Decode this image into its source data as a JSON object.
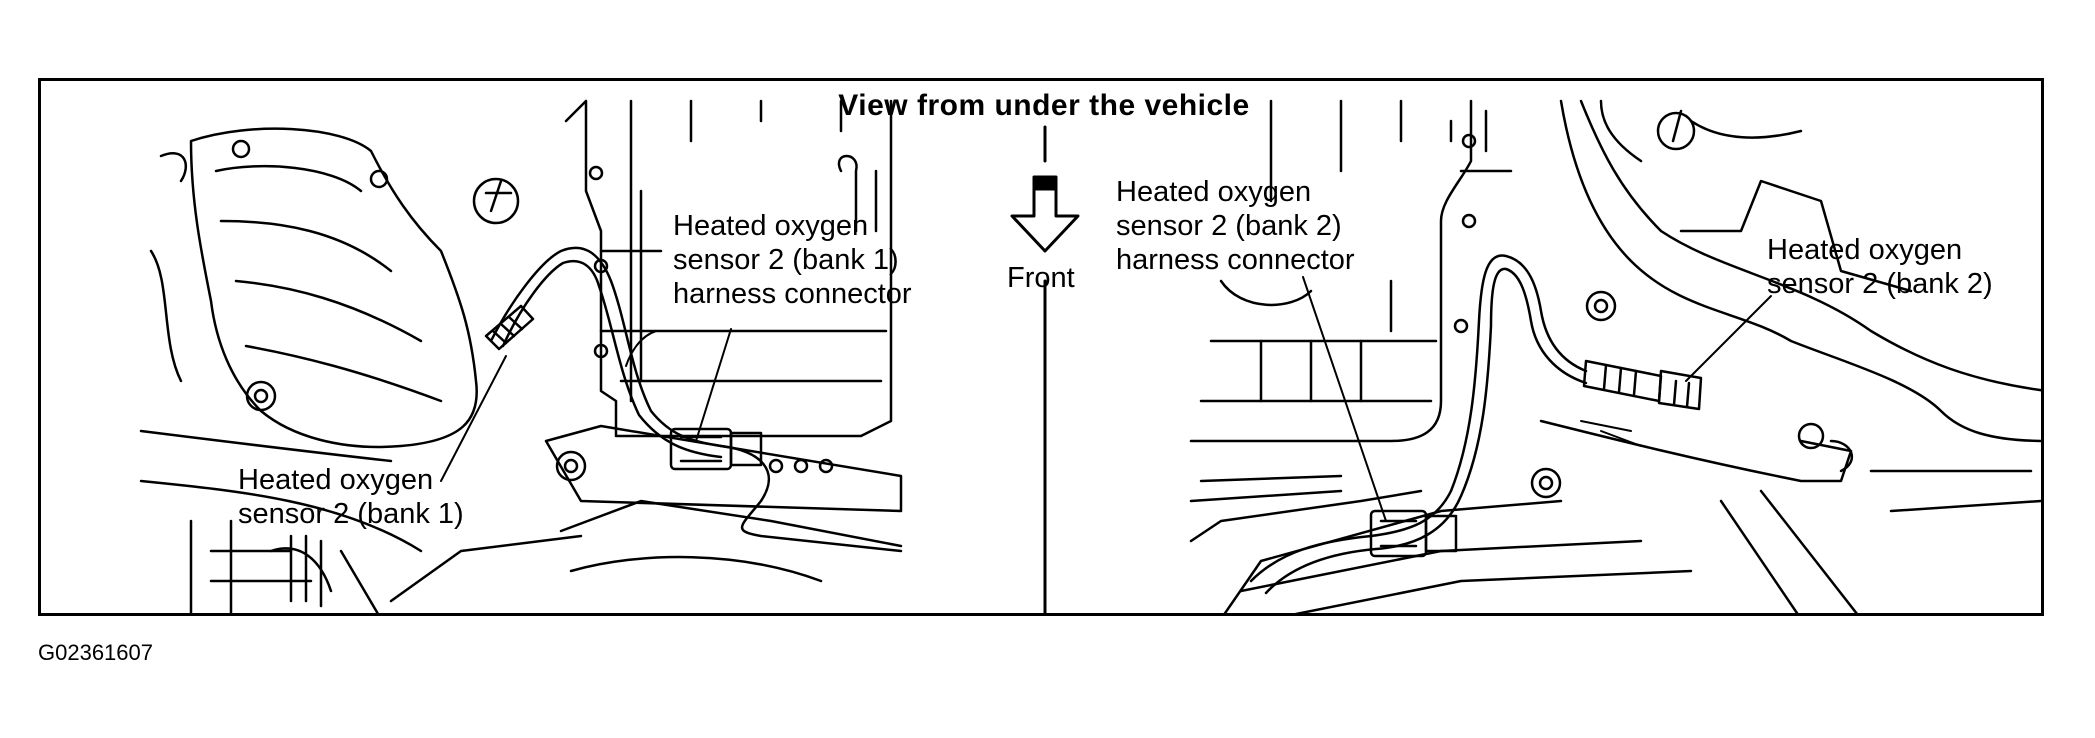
{
  "figure": {
    "title": "View from under the vehicle",
    "direction_label": "Front",
    "figure_id": "G02361607"
  },
  "callouts": {
    "bank1_connector": "Heated oxygen\nsensor 2 (bank 1)\nharness connector",
    "bank1_sensor": "Heated oxygen\nsensor 2 (bank 1)",
    "bank2_connector": "Heated oxygen\nsensor 2 (bank 2)\nharness connector",
    "bank2_sensor": "Heated oxygen\nsensor 2 (bank 2)"
  }
}
